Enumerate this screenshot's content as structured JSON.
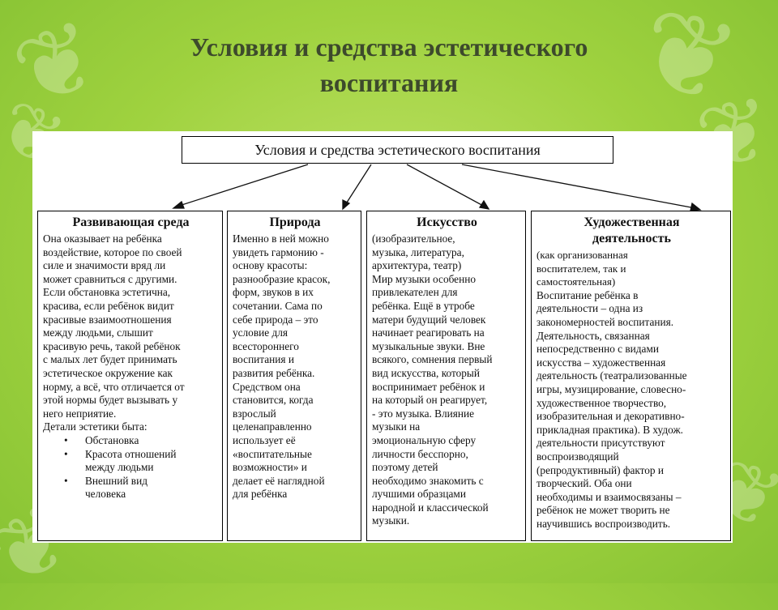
{
  "title": [
    "Условия и средства эстетического",
    "воспитания"
  ],
  "diagram": {
    "header": "Условия и средства эстетического воспитания",
    "columns": [
      {
        "title": [
          "Развивающая среда"
        ],
        "lines": [
          {
            "text": "Она оказывает на ребёнка"
          },
          {
            "text": "воздействие, которое по своей"
          },
          {
            "text": "силе  и значимости вряд ли"
          },
          {
            "text": "может сравниться с  другими."
          },
          {
            "text": "Если обстановка эстетична,"
          },
          {
            "text": "красива,  если ребёнок видит"
          },
          {
            "text": "красивые взаимоотношения"
          },
          {
            "text": "между людьми, слышит"
          },
          {
            "text": "красивую речь, такой  ребёнок"
          },
          {
            "text": "с малых лет  будет принимать"
          },
          {
            "text": "эстетическое окружение как"
          },
          {
            "text": "норму, а всё, что отличается от"
          },
          {
            "text": "этой нормы будет  вызывать у"
          },
          {
            "text": "него неприятие."
          },
          {
            "text": "Детали эстетики быта:"
          },
          {
            "text": "Обстановка",
            "style": "bul"
          },
          {
            "text": "Красота отношений",
            "style": "bul"
          },
          {
            "text": "между людьми",
            "style": "cont"
          },
          {
            "text": "Внешний вид",
            "style": "bul"
          },
          {
            "text": "человека",
            "style": "cont"
          }
        ]
      },
      {
        "title": [
          "Природа"
        ],
        "lines": [
          {
            "text": "Именно в ней можно"
          },
          {
            "text": "увидеть гармонию -"
          },
          {
            "text": "основу красоты:"
          },
          {
            "text": "разнообразие красок,"
          },
          {
            "text": "форм, звуков в их"
          },
          {
            "text": "сочетании. Сама по"
          },
          {
            "text": "себе природа – это"
          },
          {
            "text": "условие  для"
          },
          {
            "text": "всестороннего"
          },
          {
            "text": "воспитания и"
          },
          {
            "text": "развития ребёнка."
          },
          {
            "text": "Средством она"
          },
          {
            "text": "становится, когда"
          },
          {
            "text": "взрослый"
          },
          {
            "text": "целенаправленно"
          },
          {
            "text": "использует её"
          },
          {
            "text": "«воспитательные"
          },
          {
            "text": "возможности» и"
          },
          {
            "text": "делает её наглядной"
          },
          {
            "text": "для ребёнка"
          }
        ]
      },
      {
        "title": [
          "Искусство"
        ],
        "lines": [
          {
            "text": "(изобразительное,"
          },
          {
            "text": "музыка, литература,"
          },
          {
            "text": "архитектура, театр)"
          },
          {
            "text": "Мир музыки особенно"
          },
          {
            "text": "привлекателен для"
          },
          {
            "text": "ребёнка. Ещё в утробе"
          },
          {
            "text": "матери  будущий человек"
          },
          {
            "text": "начинает реагировать на"
          },
          {
            "text": "музыкальные звуки. Вне"
          },
          {
            "text": "всякого, сомнения первый"
          },
          {
            "text": "вид искусства, который"
          },
          {
            "text": "воспринимает ребёнок и"
          },
          {
            "text": "на который он реагирует,"
          },
          {
            "text": "- это музыка. Влияние"
          },
          {
            "text": "музыки на"
          },
          {
            "text": "эмоциональную сферу"
          },
          {
            "text": "личности бесспорно,"
          },
          {
            "text": "поэтому детей"
          },
          {
            "text": "необходимо знакомить с"
          },
          {
            "text": "лучшими  образцами"
          },
          {
            "text": "народной и классической"
          },
          {
            "text": "музыки."
          }
        ]
      },
      {
        "title": [
          "Художественная",
          "деятельность"
        ],
        "lines": [
          {
            "text": "(как организованная",
            "style": "small"
          },
          {
            "text": "воспитателем, так и",
            "style": "small"
          },
          {
            "text": "самостоятельная)",
            "style": "small"
          },
          {
            "text": "Воспитание ребёнка в"
          },
          {
            "text": "деятельности – одна из"
          },
          {
            "text": "закономерностей воспитания."
          },
          {
            "text": "Деятельность, связанная"
          },
          {
            "text": "непосредственно с видами"
          },
          {
            "text": "искусства – художественная"
          },
          {
            "text": "деятельность (театрализованные"
          },
          {
            "text": "игры, музицирование, словесно-"
          },
          {
            "text": "художественное творчество,"
          },
          {
            "text": "изобразительная и декоративно-"
          },
          {
            "text": "прикладная практика). В худож."
          },
          {
            "text": "деятельности  присутствуют"
          },
          {
            "text": "воспроизводящий"
          },
          {
            "text": "(репродуктивный) фактор  и"
          },
          {
            "text": "творческий. Оба они"
          },
          {
            "text": "необходимы и взаимосвязаны –"
          },
          {
            "text": "ребёнок не может творить не"
          },
          {
            "text": "научившись воспроизводить."
          }
        ]
      }
    ]
  }
}
